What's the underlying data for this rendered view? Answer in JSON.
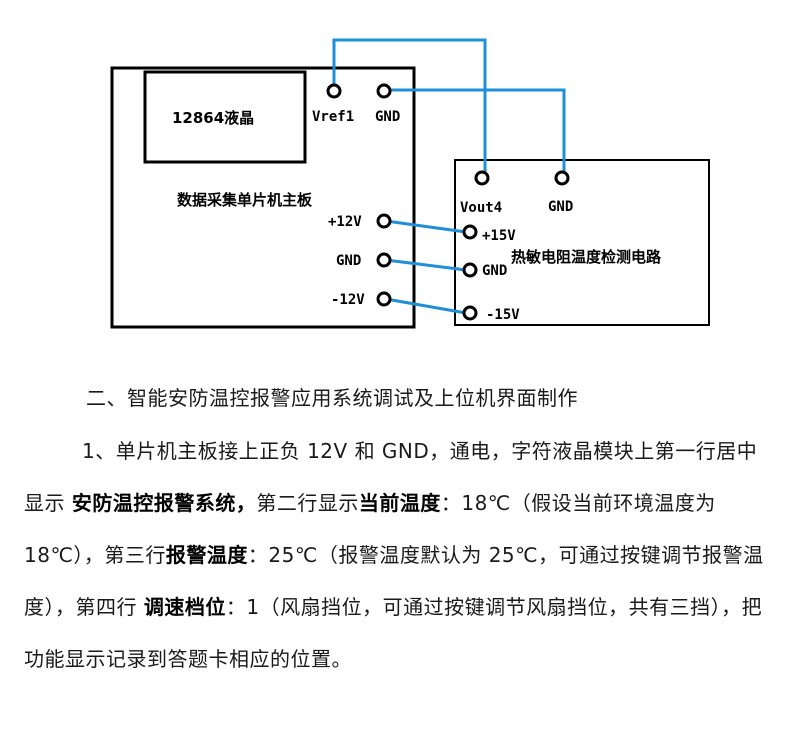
{
  "diagram": {
    "board": {
      "lcd_label": "12864液晶",
      "title": "数据采集单片机主板",
      "vref_label": "Vref1",
      "gnd_top_label": "GND",
      "p12_label": "+12V",
      "gnd_mid_label": "GND",
      "m12_label": "-12V"
    },
    "sensor": {
      "title": "热敏电阻温度检测电路",
      "vout_label": "Vout4",
      "gnd_top_label": "GND",
      "p15_label": "+15V",
      "gnd_mid_label": "GND",
      "m15_label": "-15V"
    },
    "colors": {
      "wire": "#1e8fd8",
      "line": "#000000"
    }
  },
  "text": {
    "heading": "二、智能安防温控报警应用系统调试及上位机界面制作",
    "p1_a": "1、单片机主板接上正负 12V 和 GND，通电，字符液晶模块上第一行居中显示 ",
    "p1_b": "安防温控报警系统，",
    "p1_c": "第二行显示",
    "p1_d": "当前温度",
    "p1_e": "：18℃（假设当前环境温度为 18℃），第三行",
    "p1_f": "报警温度",
    "p1_g": "：25℃（报警温度默认为 25℃，可通过按键调节报警温度），第四行 ",
    "p1_h": "调速档位",
    "p1_i": "：1（风扇挡位，可通过按键调节风扇挡位，共有三挡），把功能显示记录到答题卡相应的位置。"
  }
}
